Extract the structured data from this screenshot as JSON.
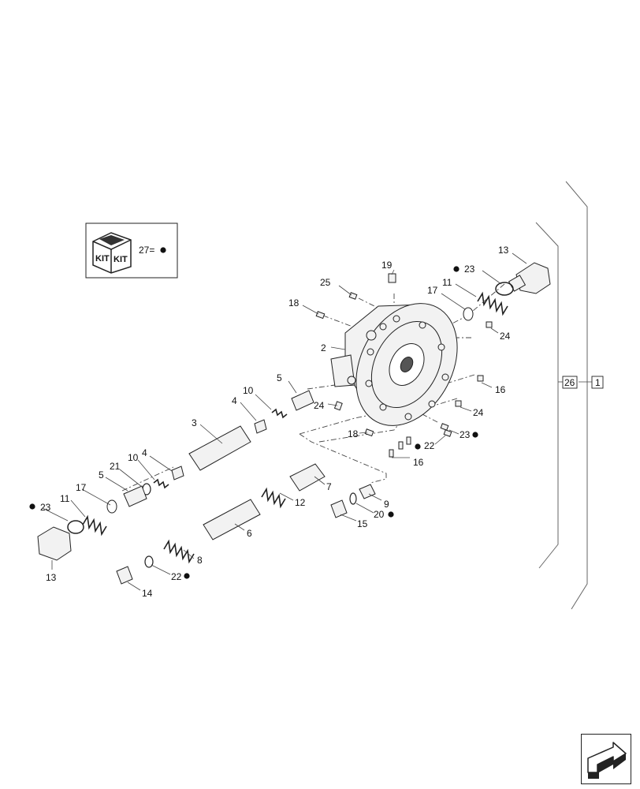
{
  "kit": {
    "icon_text": "KIT",
    "label": "27="
  },
  "callouts": {
    "c19": "19",
    "c25": "25",
    "c18a": "18",
    "c2": "2",
    "c23a": "23",
    "c11a": "11",
    "c17a": "17",
    "c13a": "13",
    "c24a": "24",
    "c5a": "5",
    "c10a": "10",
    "c4a": "4",
    "c24b": "24",
    "c16a": "16",
    "c24c": "24",
    "c3": "3",
    "c18b": "18",
    "c22a": "22",
    "c23b": "23",
    "c16b": "16",
    "c4b": "4",
    "c10b": "10",
    "c21": "21",
    "c5b": "5",
    "c17b": "17",
    "c11b": "11",
    "c23c": "23",
    "c7": "7",
    "c12": "12",
    "c9": "9",
    "c20": "20",
    "c15": "15",
    "c6": "6",
    "c8": "8",
    "c22b": "22",
    "c13b": "13",
    "c14": "14",
    "c26": "26",
    "c1": "1"
  },
  "icons": {
    "kit": "kit-box-icon",
    "bullet": "bullet-dot-icon",
    "nav": "next-page-arrow-icon"
  }
}
